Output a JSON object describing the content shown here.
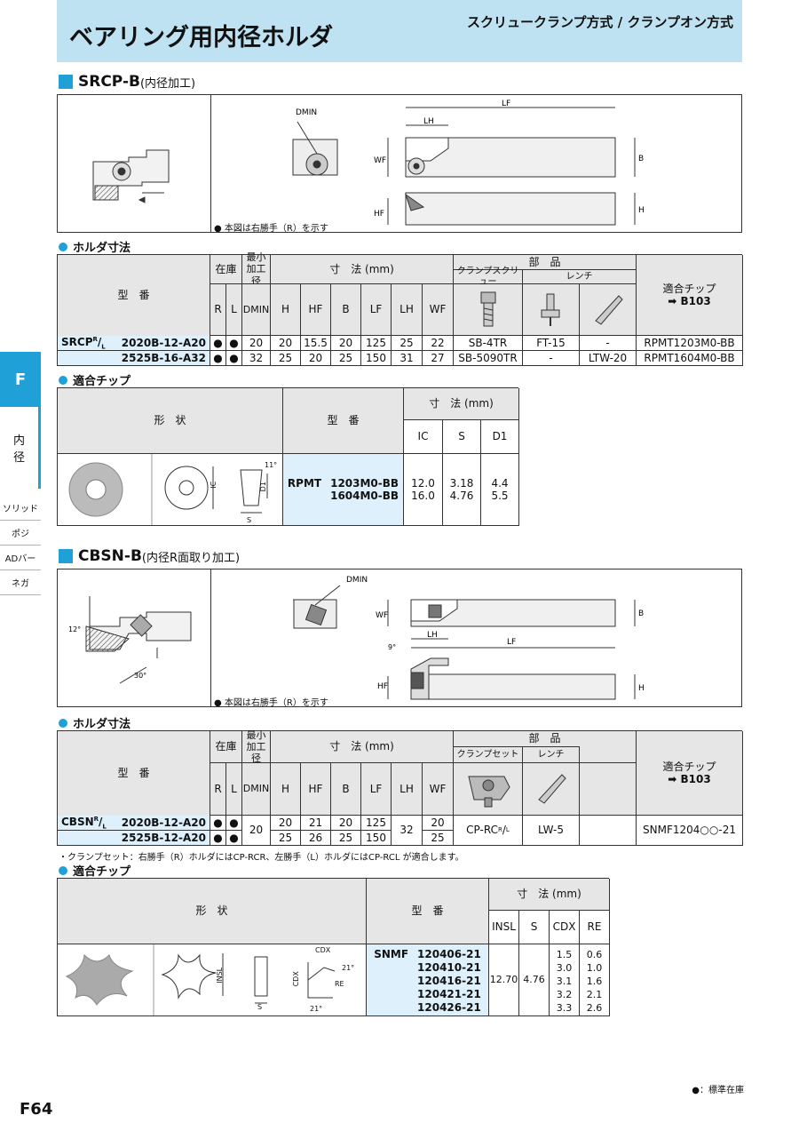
{
  "header": {
    "title": "ベアリング用内径ホルダ",
    "subtitle": "スクリュークランプ方式 / クランプオン方式"
  },
  "side": {
    "tab": "F",
    "section": "内\n径",
    "items": [
      "ソリッド",
      "ポジ",
      "ADバー",
      "ネガ"
    ]
  },
  "srcp": {
    "title": "SRCP-B",
    "title_sub": "(内径加工)",
    "diagram_note": "● 本図は右勝手（R）を示す",
    "labels": {
      "dmin": "DMIN",
      "lf": "LF",
      "lh": "LH",
      "wf": "WF",
      "b": "B",
      "hf": "HF",
      "h": "H"
    },
    "holder_heading": "ホルダ寸法",
    "holder": {
      "h_model": "型　番",
      "h_stock": "在庫",
      "h_min": "最小\n加工径",
      "h_dims": "寸　法 (mm)",
      "h_parts": "部　品",
      "h_screw": "クランプスクリュー",
      "h_wrench": "レンチ",
      "h_insert": "適合チップ",
      "h_insert_ref": "➡ B103",
      "cols": [
        "R",
        "L",
        "DMIN",
        "H",
        "HF",
        "B",
        "LF",
        "LH",
        "WF"
      ],
      "prefix": "SRCP",
      "rows": [
        {
          "model": "2020B-12-A20",
          "r": "●",
          "l": "●",
          "dmin": "20",
          "h": "20",
          "hf": "15.5",
          "b": "20",
          "lf": "125",
          "lh": "25",
          "wf": "22",
          "screw": "SB-4TR",
          "wrench1": "FT-15",
          "wrench2": "-",
          "insert": "RPMT1203M0-BB"
        },
        {
          "model": "2525B-16-A32",
          "r": "●",
          "l": "●",
          "dmin": "32",
          "h": "25",
          "hf": "20",
          "b": "25",
          "lf": "150",
          "lh": "31",
          "wf": "27",
          "screw": "SB-5090TR",
          "wrench1": "-",
          "wrench2": "LTW-20",
          "insert": "RPMT1604M0-BB"
        }
      ]
    },
    "insert_heading": "適合チップ",
    "insert": {
      "h_shape": "形　状",
      "h_model": "型　番",
      "h_dims": "寸　法 (mm)",
      "cols": [
        "IC",
        "S",
        "D1"
      ],
      "prefix": "RPMT",
      "models": [
        "1203M0-BB",
        "1604M0-BB"
      ],
      "ic": [
        "12.0",
        "16.0"
      ],
      "s": [
        "3.18",
        "4.76"
      ],
      "d1": [
        "4.4",
        "5.5"
      ],
      "labels": {
        "ic": "IC",
        "s": "S",
        "d1": "D1",
        "ang": "11°"
      }
    }
  },
  "cbsn": {
    "title": "CBSN-B",
    "title_sub": "(内径R面取り加工)",
    "diagram_note": "● 本図は右勝手（R）を示す",
    "labels": {
      "a12": "12°",
      "a30": "30°",
      "a9": "9°",
      "dmin": "DMIN",
      "wf": "WF",
      "lh": "LH",
      "lf": "LF",
      "b": "B",
      "hf": "HF",
      "h": "H"
    },
    "holder_heading": "ホルダ寸法",
    "holder": {
      "h_model": "型　番",
      "h_stock": "在庫",
      "h_min": "最小\n加工径",
      "h_dims": "寸　法 (mm)",
      "h_parts": "部　品",
      "h_set": "クランプセット",
      "h_wrench": "レンチ",
      "h_insert": "適合チップ",
      "h_insert_ref": "➡ B103",
      "cols": [
        "R",
        "L",
        "DMIN",
        "H",
        "HF",
        "B",
        "LF",
        "LH",
        "WF"
      ],
      "prefix": "CBSN",
      "dmin": "20",
      "lh": "32",
      "set": "CP-RC",
      "wrench": "LW-5",
      "insert": "SNMF1204○○-21",
      "rows": [
        {
          "model": "2020B-12-A20",
          "r": "●",
          "l": "●",
          "h": "20",
          "hf": "21",
          "b": "20",
          "lf": "125",
          "wf": "20"
        },
        {
          "model": "2525B-12-A20",
          "r": "●",
          "l": "●",
          "h": "25",
          "hf": "26",
          "b": "25",
          "lf": "150",
          "wf": "25"
        }
      ]
    },
    "footnote": "・クランプセット：右勝手（R）ホルダにはCP-RCR、左勝手（L）ホルダにはCP-RCL が適合します。",
    "insert_heading": "適合チップ",
    "insert": {
      "h_shape": "形　状",
      "h_model": "型　番",
      "h_dims": "寸　法 (mm)",
      "cols": [
        "INSL",
        "S",
        "CDX",
        "RE"
      ],
      "prefix": "SNMF",
      "models": [
        "120406-21",
        "120410-21",
        "120416-21",
        "120421-21",
        "120426-21"
      ],
      "insl": "12.70",
      "s": "4.76",
      "cdx": [
        "1.5",
        "3.0",
        "3.1",
        "3.2",
        "3.3"
      ],
      "re": [
        "0.6",
        "1.0",
        "1.6",
        "2.1",
        "2.6"
      ],
      "labels": {
        "insl": "INSL",
        "s": "S",
        "cdx": "CDX",
        "re": "RE",
        "a21": "21°"
      }
    }
  },
  "legend": "●：標準在庫",
  "page": "F64"
}
